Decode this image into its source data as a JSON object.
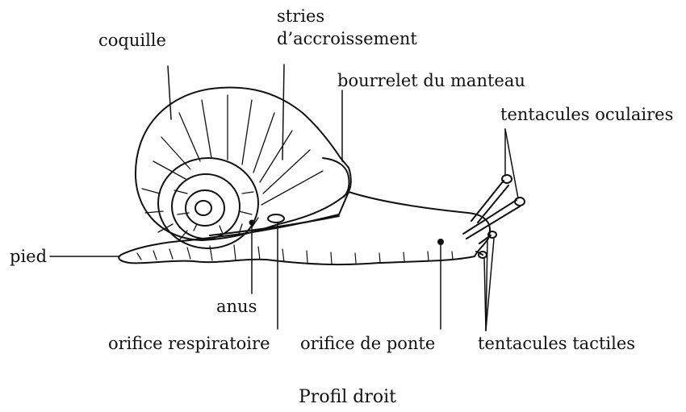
{
  "labels": {
    "coquille": "coquille",
    "stries_1": "stries",
    "stries_2": "d’accroissement",
    "bourrelet": "bourrelet du manteau",
    "tentacules_oculaires": "tentacules oculaires",
    "pied": "pied",
    "anus": "anus",
    "orifice_respiratoire": "orifice respiratoire",
    "orifice_ponte": "orifice de ponte",
    "tentacules_tactiles": "tentacules tactiles"
  },
  "caption": "Profil droit",
  "colors": {
    "ink": "#111111",
    "background": "#ffffff"
  }
}
